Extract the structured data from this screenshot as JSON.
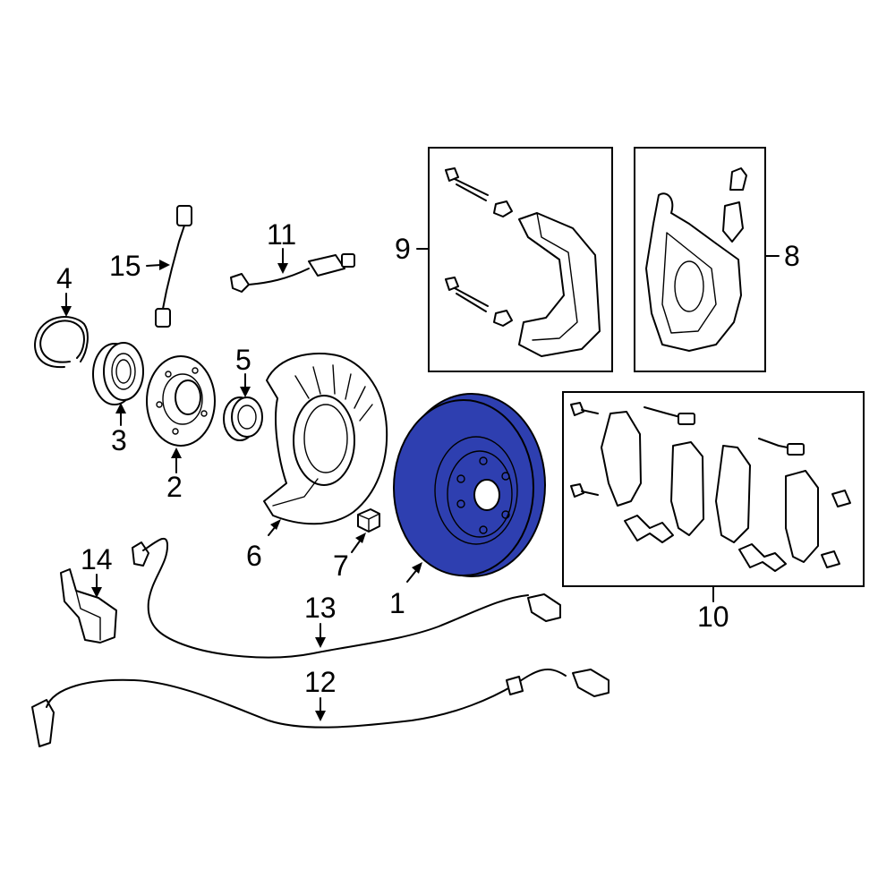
{
  "highlight_color": "#2e3fb0",
  "callouts": {
    "c1": "1",
    "c2": "2",
    "c3": "3",
    "c4": "4",
    "c5": "5",
    "c6": "6",
    "c7": "7",
    "c8": "8",
    "c9": "9",
    "c10": "10",
    "c11": "11",
    "c12": "12",
    "c13": "13",
    "c14": "14",
    "c15": "15"
  }
}
